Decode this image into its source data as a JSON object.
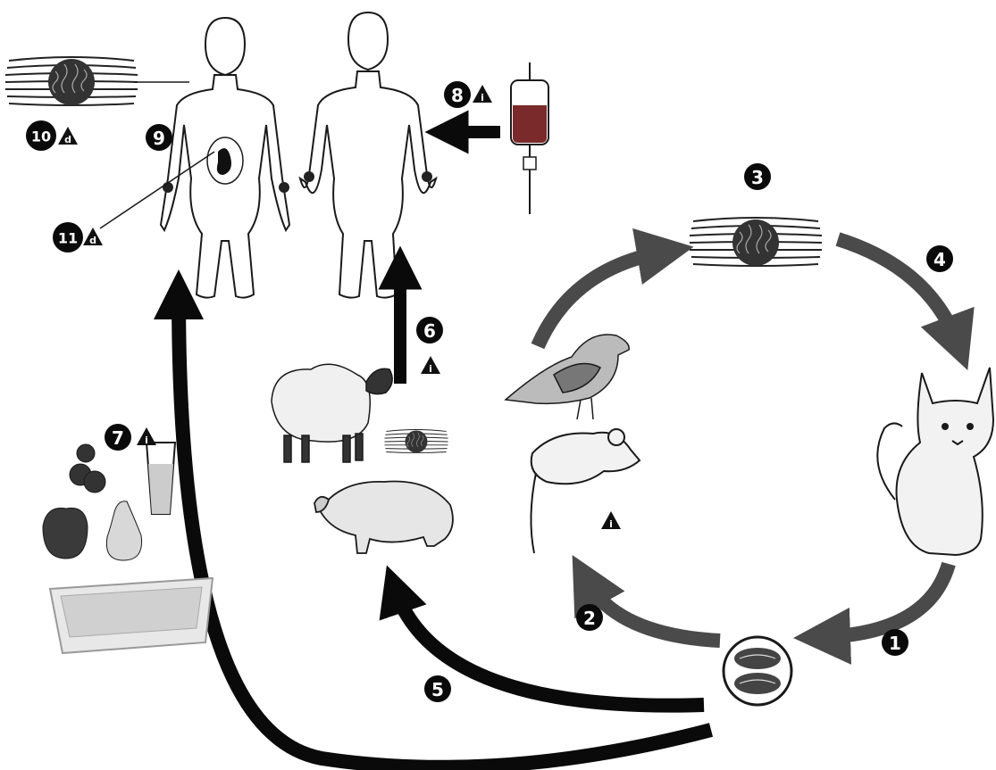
{
  "steps": [
    {
      "id": "1",
      "label": "1"
    },
    {
      "id": "2",
      "label": "2"
    },
    {
      "id": "3",
      "label": "3"
    },
    {
      "id": "4",
      "label": "4"
    },
    {
      "id": "5",
      "label": "5"
    },
    {
      "id": "6",
      "label": "6"
    },
    {
      "id": "7",
      "label": "7"
    },
    {
      "id": "8",
      "label": "8"
    },
    {
      "id": "9",
      "label": "9"
    },
    {
      "id": "10",
      "label": "10"
    },
    {
      "id": "11",
      "label": "11"
    }
  ],
  "warnings": {
    "infective": "i",
    "diagnostic": "d"
  },
  "colors": {
    "arrow_dark": "#0a0a0a",
    "arrow_grey": "#4a4a4a",
    "outline": "#1a1a1a",
    "fill_light": "#f2f2f2",
    "blood": "#7a2a2a"
  }
}
